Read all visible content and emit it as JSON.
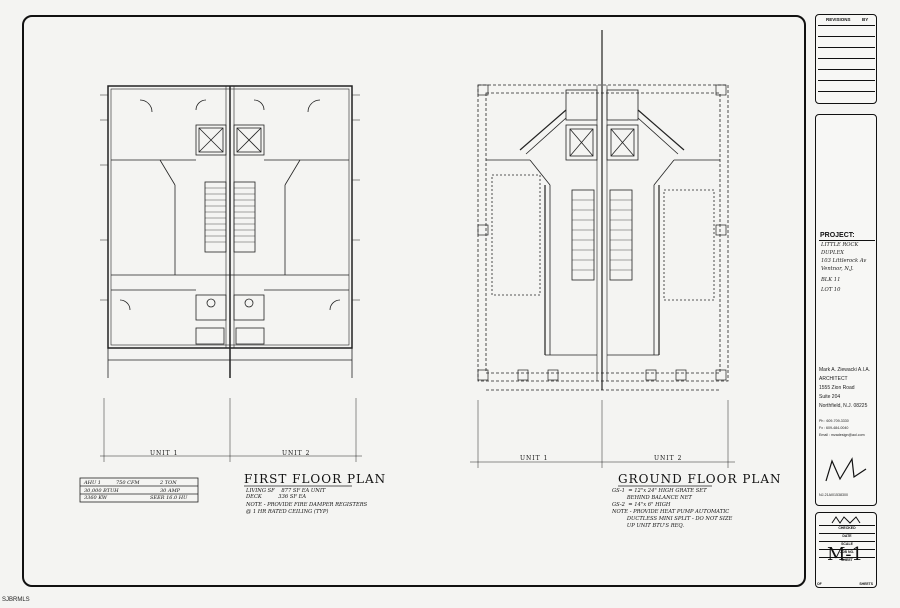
{
  "title_block": {
    "revisions_label": "REVISIONS",
    "by_label": "BY",
    "project_label": "PROJECT:",
    "project_lines": [
      "LITTLE ROCK",
      "DUPLEX",
      "103 Littlerock Av",
      "Ventnor, N.J.",
      "BLK 11",
      "LOT 10"
    ],
    "architect_lines": [
      "Mark A. Ziewacki A.I.A.",
      "ARCHITECT",
      "1555 Zion Road",
      "Suite 204",
      "Northfield, N.J. 08225"
    ],
    "contact_lines": [
      "Ph : 609-709-3330",
      "Fx : 609-484-0040",
      "Email : mzadesign@aol.com"
    ],
    "license": "NJ-21AI01538300",
    "fields": [
      "CHECKED",
      "DATE",
      "SCALE",
      "JOB NO.",
      "SHEET"
    ],
    "sheet_number": "M-1",
    "of_label": "OF",
    "sheets_label": "SHEETS"
  },
  "corner_label": "SJBRMLS",
  "first_floor": {
    "title": "FIRST FLOOR PLAN",
    "unit1": "UNIT 1",
    "unit2": "UNIT 2",
    "area_lines": [
      "LIVING SF    877 SF EA UNIT",
      "DECK          336 SF EA"
    ],
    "note": "NOTE - PROVIDE FIRE DAMPER REGISTERS\n@ 1 HR RATED CEILING (TYP)",
    "table": [
      [
        "AHU 1",
        "750 CFM",
        "2 TON"
      ],
      [
        "30,000 BTUH",
        "",
        "30 AMP"
      ],
      [
        "3360 KW",
        "",
        "SEER 16.0 HU"
      ]
    ]
  },
  "ground_floor": {
    "title": "GROUND FLOOR PLAN",
    "unit1": "UNIT 1",
    "unit2": "UNIT 2",
    "notes": "GS-1  = 12\"x 24\" HIGH GRATE SET\n         BEHIND BALANCE NET\nGS-2  = 14\"x 6\" HIGH\nNOTE - PROVIDE HEAT PUMP AUTOMATIC\n         DUCTLESS MINI SPLIT - DO NOT SIZE\n         UP UNIT BTU'S REQ."
  }
}
